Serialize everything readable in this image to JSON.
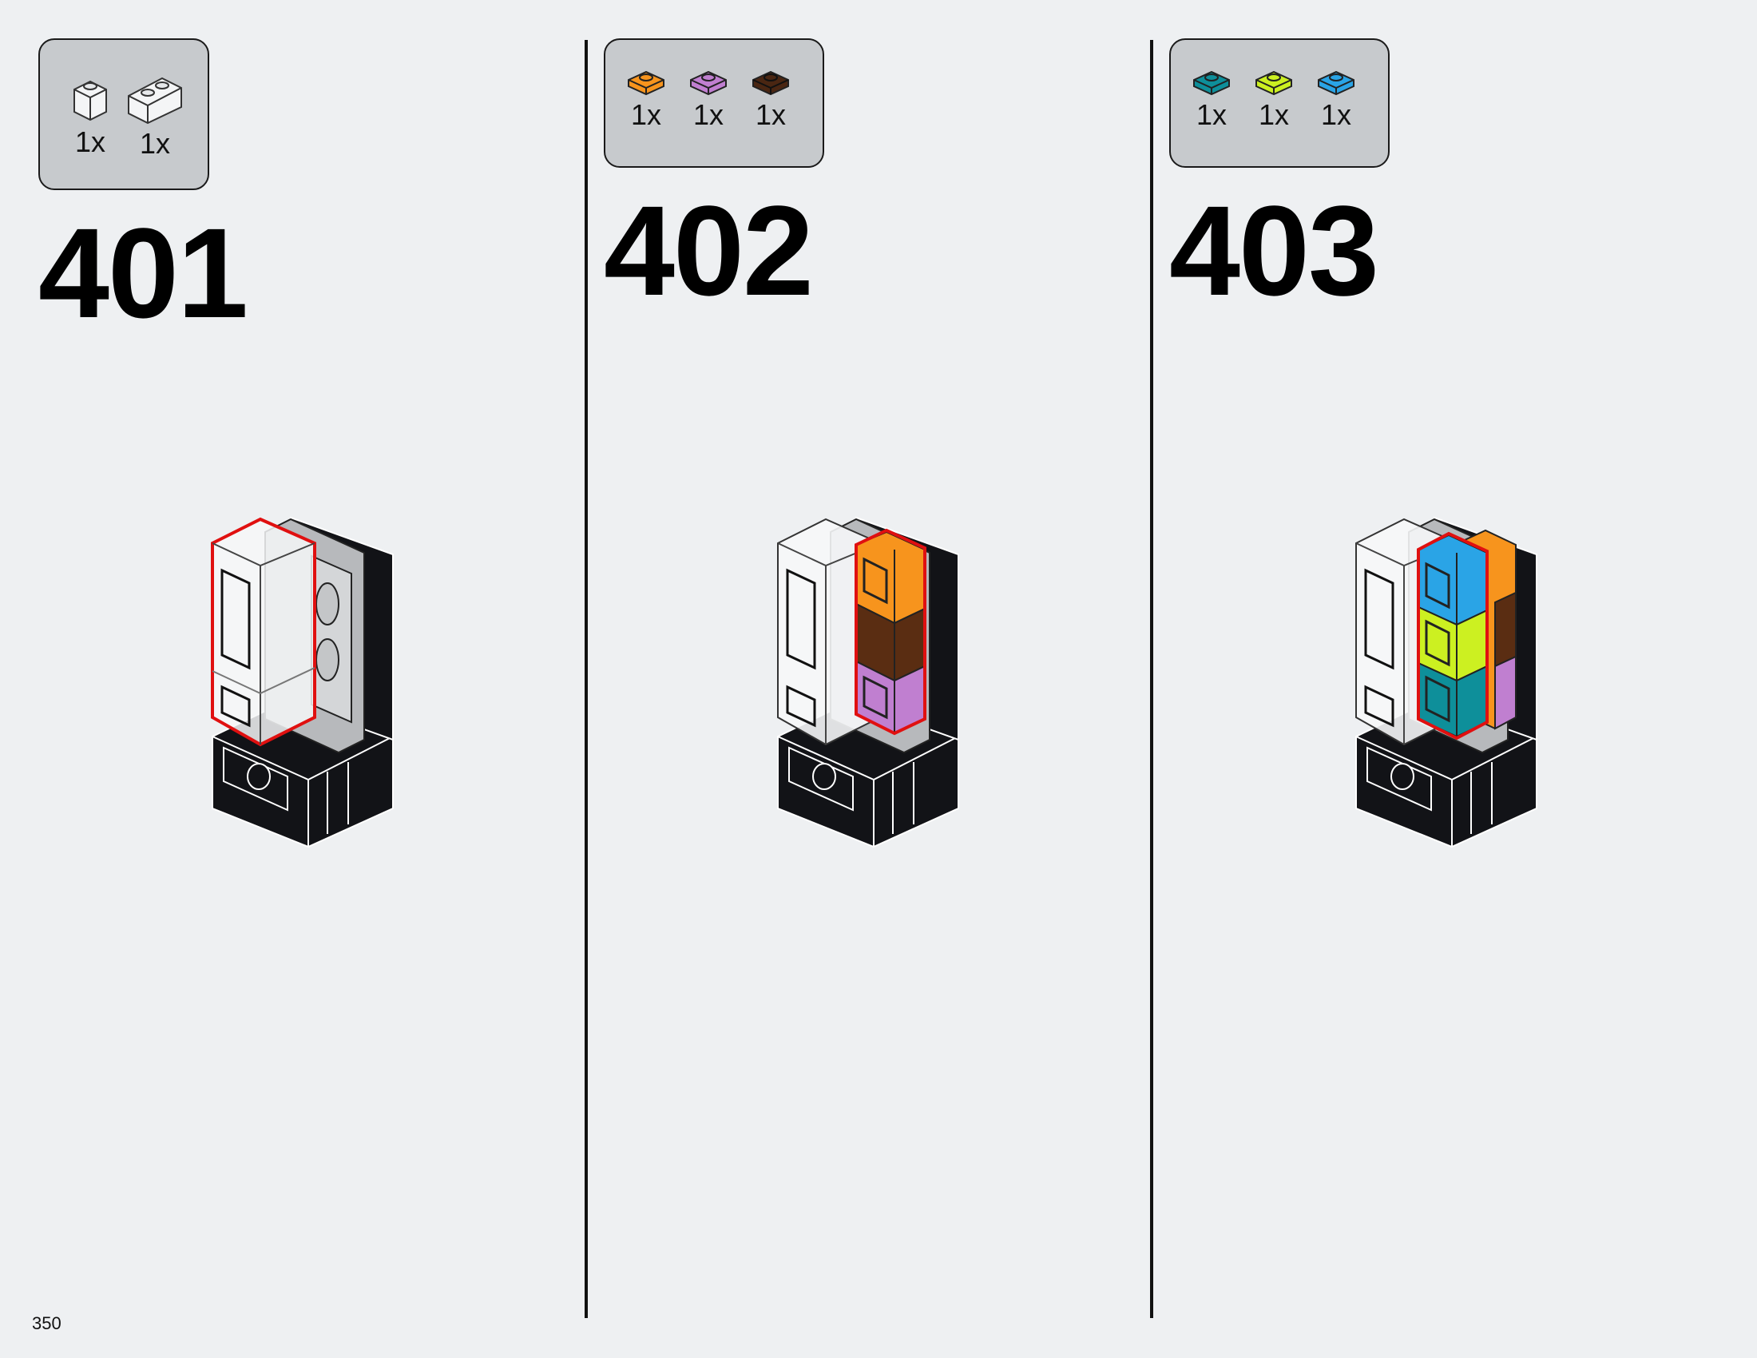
{
  "page": {
    "number": "350"
  },
  "steps": [
    {
      "number": "401",
      "parts": [
        {
          "qty": "1x",
          "color": "#f4f5f6",
          "kind": "brick-1x1"
        },
        {
          "qty": "1x",
          "color": "#f4f5f6",
          "kind": "brick-1x2"
        }
      ]
    },
    {
      "number": "402",
      "parts": [
        {
          "qty": "1x",
          "color": "#f7941d",
          "kind": "plate-1x1"
        },
        {
          "qty": "1x",
          "color": "#c07fd0",
          "kind": "plate-1x1"
        },
        {
          "qty": "1x",
          "color": "#4a2612",
          "kind": "plate-1x1"
        }
      ]
    },
    {
      "number": "403",
      "parts": [
        {
          "qty": "1x",
          "color": "#0e8f9a",
          "kind": "plate-1x1"
        },
        {
          "qty": "1x",
          "color": "#ccf021",
          "kind": "plate-1x1"
        },
        {
          "qty": "1x",
          "color": "#2aa4e6",
          "kind": "plate-1x1"
        }
      ]
    }
  ],
  "colors": {
    "highlight": "#e01010",
    "base": "#121317",
    "grey_body": "#b7b9bc",
    "transparent": "#f6f7f8"
  }
}
